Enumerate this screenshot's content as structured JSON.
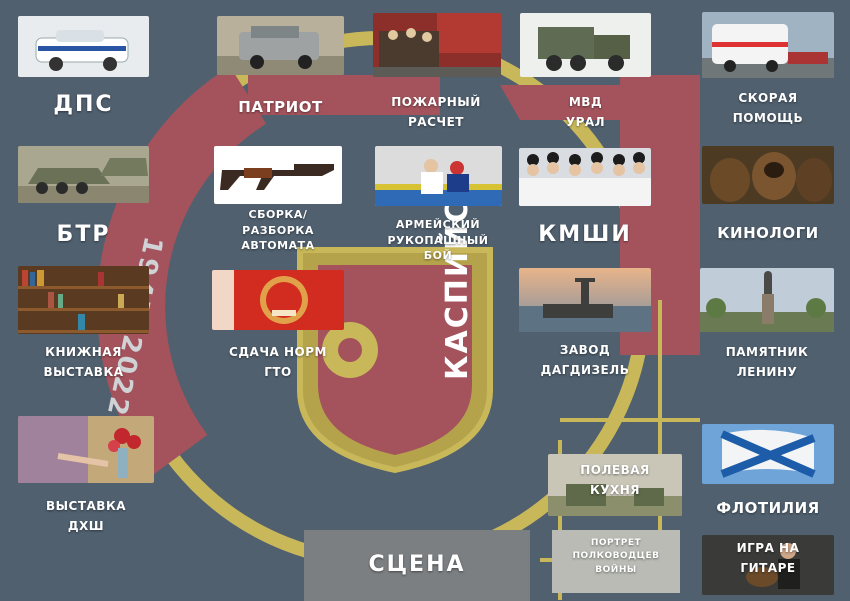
{
  "background_color": "#50606f",
  "accent_red": "#a4535c",
  "accent_yellow": "#c9b85a",
  "emblem": {
    "years": "1947–2022",
    "city": "КАСПИЙСК"
  },
  "tiles": [
    {
      "id": "dps",
      "label": "ДПС",
      "icon": "police-car-photo"
    },
    {
      "id": "patriot",
      "label": "ПАТРИОТ",
      "icon": "suv-photo"
    },
    {
      "id": "fire",
      "label_lines": [
        "ПОЖАРНЫЙ",
        "РАСЧЕТ"
      ],
      "icon": "firefighters-photo"
    },
    {
      "id": "mvd",
      "label_lines": [
        "МВД",
        "УРАЛ"
      ],
      "icon": "military-truck-photo"
    },
    {
      "id": "ambulance",
      "label_lines": [
        "СКОРАЯ",
        "ПОМОЩЬ"
      ],
      "icon": "ambulance-photo"
    },
    {
      "id": "btr",
      "label": "БТР",
      "icon": "apc-photo"
    },
    {
      "id": "rifle",
      "label_lines": [
        "СБОРКА/",
        "РАЗБОРКА",
        "АВТОМАТА"
      ],
      "icon": "rifle-photo"
    },
    {
      "id": "combat",
      "label_lines": [
        "АРМЕЙСКИЙ",
        "РУКОПАШНЫЙ",
        "БОЙ"
      ],
      "icon": "wrestling-photo"
    },
    {
      "id": "kmsh",
      "label": "КМШИ",
      "icon": "cadets-photo"
    },
    {
      "id": "dogs",
      "label": "КИНОЛОГИ",
      "icon": "dogs-photo"
    },
    {
      "id": "books",
      "label_lines": [
        "КНИЖНАЯ",
        "ВЫСТАВКА"
      ],
      "icon": "bookshelf-photo"
    },
    {
      "id": "gto",
      "label_lines": [
        "СДАЧА НОРМ",
        "ГТО"
      ],
      "icon": "gto-badge-photo"
    },
    {
      "id": "plant",
      "label_lines": [
        "ЗАВОД",
        "ДАГДИЗЕЛЬ"
      ],
      "icon": "sea-plant-photo"
    },
    {
      "id": "monument",
      "label_lines": [
        "ПАМЯТНИК",
        "ЛЕНИНУ"
      ],
      "icon": "monument-photo"
    },
    {
      "id": "art",
      "label_lines": [
        "ВЫСТАВКА",
        "ДХШ"
      ],
      "icon": "painting-photo"
    },
    {
      "id": "kitchen",
      "label_lines": [
        "ПОЛЕВАЯ",
        "КУХНЯ"
      ],
      "icon": "field-kitchen-photo"
    },
    {
      "id": "fleet",
      "label": "ФЛОТИЛИЯ",
      "icon": "naval-flag-photo"
    },
    {
      "id": "portrait",
      "label_lines": [
        "ПОРТРЕТ",
        "ПОЛКОВОДЦЕВ",
        "ВОЙНЫ"
      ],
      "icon": "portrait-tile"
    },
    {
      "id": "guitar",
      "label_lines": [
        "ИГРА НА",
        "ГИТАРЕ"
      ],
      "icon": "guitar-photo"
    }
  ],
  "stage": {
    "label": "СЦЕНА"
  }
}
